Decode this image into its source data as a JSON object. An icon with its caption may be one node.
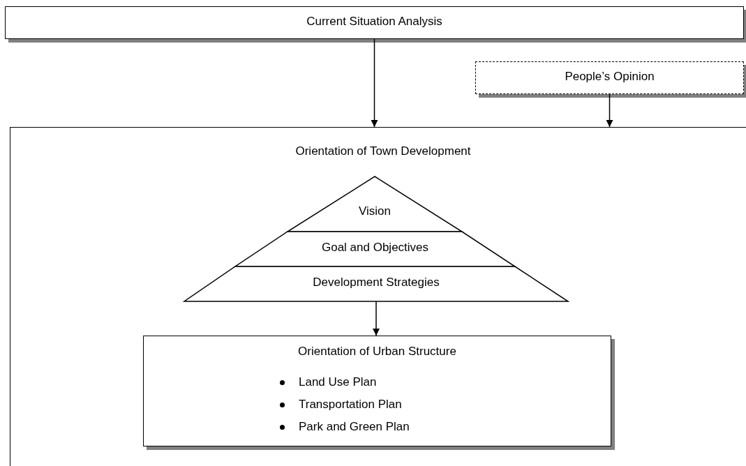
{
  "diagram": {
    "nodes": [
      {
        "text": [
          "Current Situation Analysis"
        ]
      },
      {
        "text": [
          "People’s Opinion"
        ]
      },
      {
        "text": [
          "Orientation of Town Development"
        ]
      },
      {
        "text": [
          "Vision"
        ],
        "in": 2
      },
      {
        "text": [
          "Goal and Objectives"
        ],
        "in": 2
      },
      {
        "text": [
          "Development Strategies"
        ],
        "in": 2
      },
      {
        "text": [
          "Orientation of Urban Structure",
          "Land Use Plan",
          "Transportation Plan",
          "Park and Green Plan"
        ],
        "in": 2
      }
    ],
    "edges": [
      {
        "from": 0,
        "to": 2,
        "arrow": "to"
      },
      {
        "from": 1,
        "to": 2,
        "arrow": "to"
      },
      {
        "from": 5,
        "to": 6,
        "arrow": "to"
      }
    ]
  }
}
